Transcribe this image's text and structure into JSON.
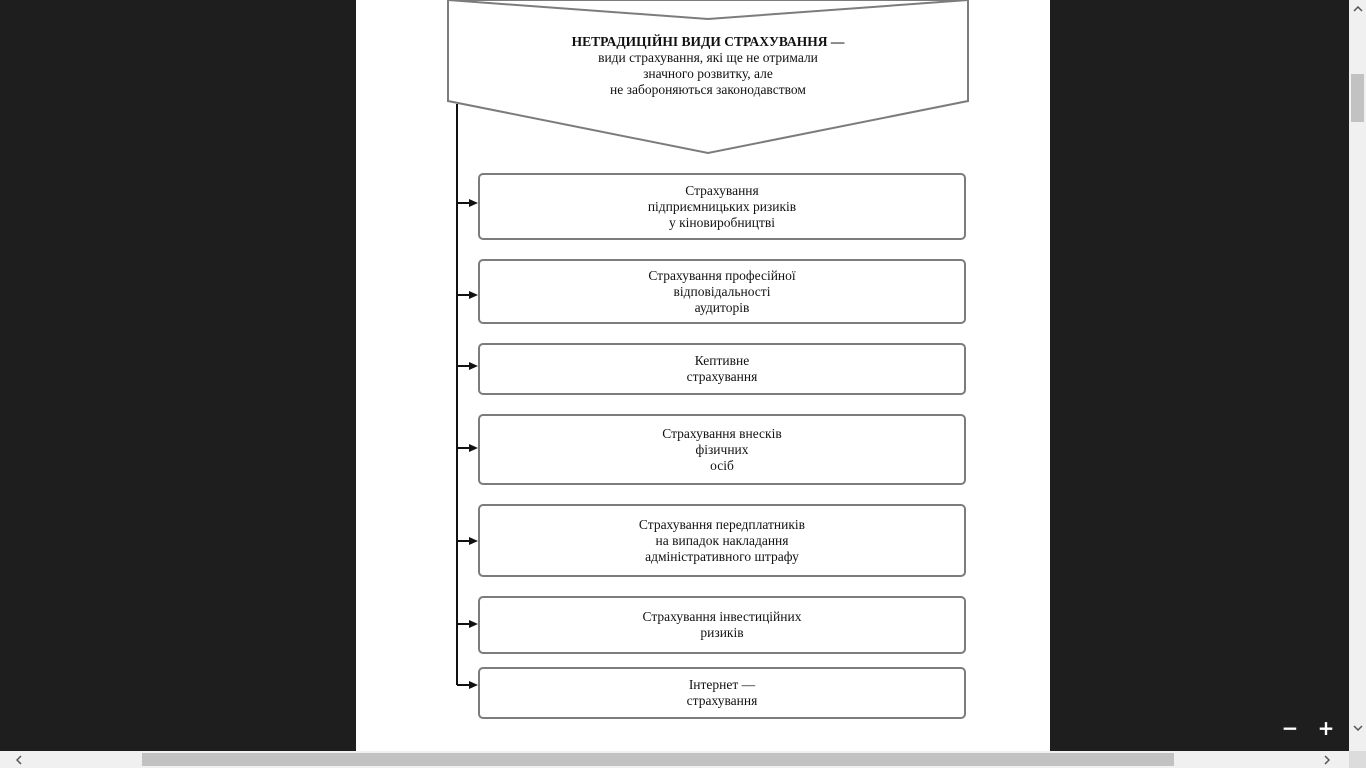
{
  "diagram": {
    "header": {
      "title": "НЕТРАДИЦІЙНІ ВИДИ СТРАХУВАННЯ —",
      "lines": [
        "види страхування, які ще не отримали",
        "значного розвитку, але",
        "не забороняються законодавством"
      ]
    },
    "boxes": [
      {
        "text": "Страхування\nпідприємницьких ризиків\nу кіновиробництві"
      },
      {
        "text": "Страхування професійної\nвідповідальності\nаудиторів"
      },
      {
        "text": "Кептивне\nстрахування"
      },
      {
        "text": "Страхування внесків\nфізичних\nосіб"
      },
      {
        "text": "Страхування передплатників\nна випадок накладання\nадміністративного штрафу"
      },
      {
        "text": "Страхування інвестиційних\nризиків"
      },
      {
        "text": "Інтернет —\nстрахування"
      }
    ]
  },
  "controls": {
    "zoom_out": "−",
    "zoom_in": "+"
  }
}
